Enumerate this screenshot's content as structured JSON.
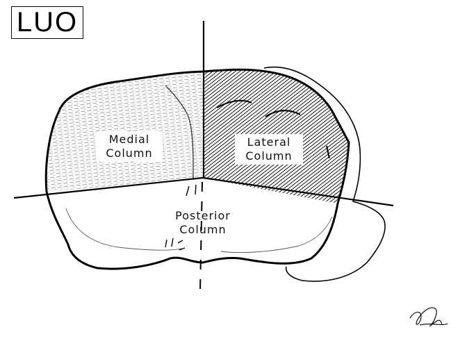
{
  "title": "LUO",
  "regions": {
    "medial": {
      "line1": "Medial",
      "line2": "Column"
    },
    "lateral": {
      "line1": "Lateral",
      "line2": "Column"
    },
    "posterior": {
      "line1": "Posterior",
      "line2": "Column"
    }
  },
  "colors": {
    "ink": "#000000",
    "background": "#ffffff",
    "hatch_light": "#7a7a7a",
    "hatch_dark": "#1a1a1a"
  },
  "signature": "handwritten signature mark"
}
